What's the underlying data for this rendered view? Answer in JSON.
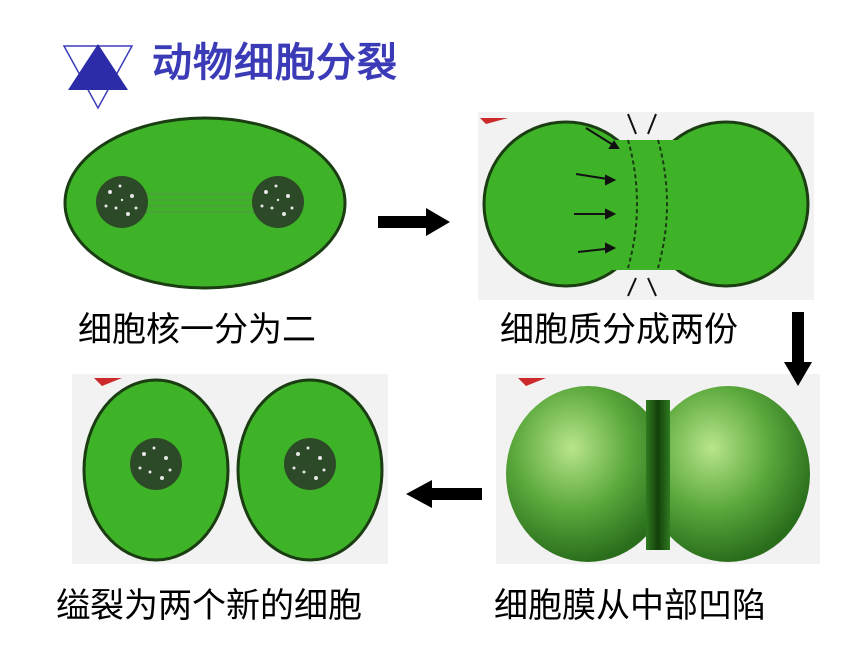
{
  "title": "动物细胞分裂",
  "steps": [
    {
      "caption": "细胞核一分为二"
    },
    {
      "caption": "细胞质分成两份"
    },
    {
      "caption": "细胞膜从中部凹陷"
    },
    {
      "caption": "缢裂为两个新的细胞"
    }
  ],
  "colors": {
    "title": "#3b3bb8",
    "cell_fill": "#3fb328",
    "cell_outline": "#1a3d12",
    "nucleus": "#2d4a28",
    "arrow": "#000000"
  }
}
